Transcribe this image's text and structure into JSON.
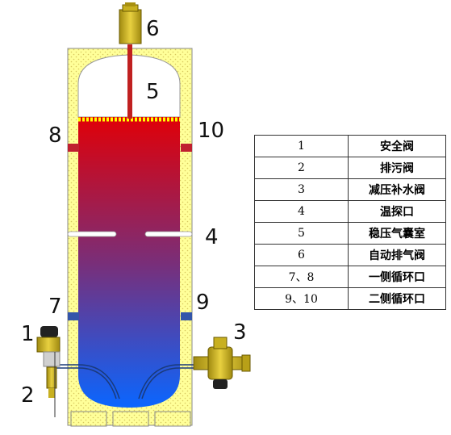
{
  "callouts": {
    "n1": "1",
    "n2": "2",
    "n3": "3",
    "n4": "4",
    "n5": "5",
    "n6": "6",
    "n7": "7",
    "n8": "8",
    "n9": "9",
    "n10": "10"
  },
  "legend": {
    "rows": [
      {
        "num": "1",
        "name": "安全阀"
      },
      {
        "num": "2",
        "name": "排污阀"
      },
      {
        "num": "3",
        "name": "减压补水阀"
      },
      {
        "num": "4",
        "name": "温探口"
      },
      {
        "num": "5",
        "name": "稳压气囊室"
      },
      {
        "num": "6",
        "name": "自动排气阀"
      },
      {
        "num": "7、8",
        "name": "一侧循环口"
      },
      {
        "num": "9、10",
        "name": "二侧循环口"
      }
    ]
  },
  "colors": {
    "insulation": "#ffff99",
    "insulation_dots": "#e0d060",
    "water_top": "#e00000",
    "water_bottom": "#0066ff",
    "valve_brass": "#c8b020",
    "pipe_red": "#c02020",
    "port_blue": "#3355aa",
    "membrane": "#ffff00"
  }
}
